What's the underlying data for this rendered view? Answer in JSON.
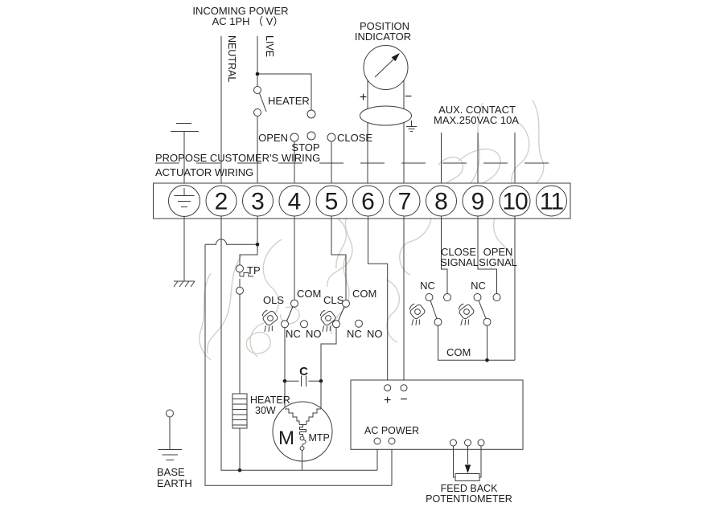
{
  "diagram": {
    "incoming_power": {
      "line1": "INCOMING POWER",
      "line2": "AC 1PH （ V）",
      "neutral": "NEUTRAL",
      "live": "LIVE"
    },
    "controls": {
      "heater": "HEATER",
      "open": "OPEN",
      "stop": "STOP",
      "close": "CLOSE"
    },
    "position_indicator": {
      "line1": "POSITION",
      "line2": "INDICATOR",
      "plus": "+",
      "minus": "−"
    },
    "aux_contact": {
      "line1": "AUX. CONTACT",
      "line2": "MAX.250VAC 10A",
      "close_signal_l1": "CLOSE",
      "close_signal_l2": "SIGNAL",
      "open_signal_l1": "OPEN",
      "open_signal_l2": "SIGNAL",
      "nc_left": "NC",
      "nc_right": "NC",
      "com": "COM"
    },
    "boundary": {
      "customer": "PROPOSE CUSTOMER'S WIRING",
      "actuator": "ACTUATOR WIRING"
    },
    "terminals": [
      "2",
      "3",
      "4",
      "5",
      "6",
      "7",
      "8",
      "9",
      "10",
      "11"
    ],
    "limit_switches": {
      "tp": "TP",
      "ols": "OLS",
      "ols_com": "COM",
      "ols_nc": "NC",
      "ols_no": "NO",
      "cls": "CLS",
      "cls_com": "COM",
      "cls_nc": "NC",
      "cls_no": "NO"
    },
    "motor": {
      "m": "M",
      "mtp": "MTP",
      "capacitor": "C"
    },
    "heater_resistor": {
      "line1": "HEATER",
      "line2": "30W"
    },
    "power_box": {
      "plus": "+",
      "minus": "−",
      "ac_power": "AC POWER"
    },
    "base_earth": {
      "line1": "BASE",
      "line2": "EARTH"
    },
    "feedback": {
      "line1": "FEED BACK",
      "line2": "POTENTIOMETER"
    }
  },
  "colors": {
    "line": "#3c3c3c",
    "text": "#1c1c1c",
    "watermark": "#d4d0c8",
    "background": "#ffffff"
  }
}
